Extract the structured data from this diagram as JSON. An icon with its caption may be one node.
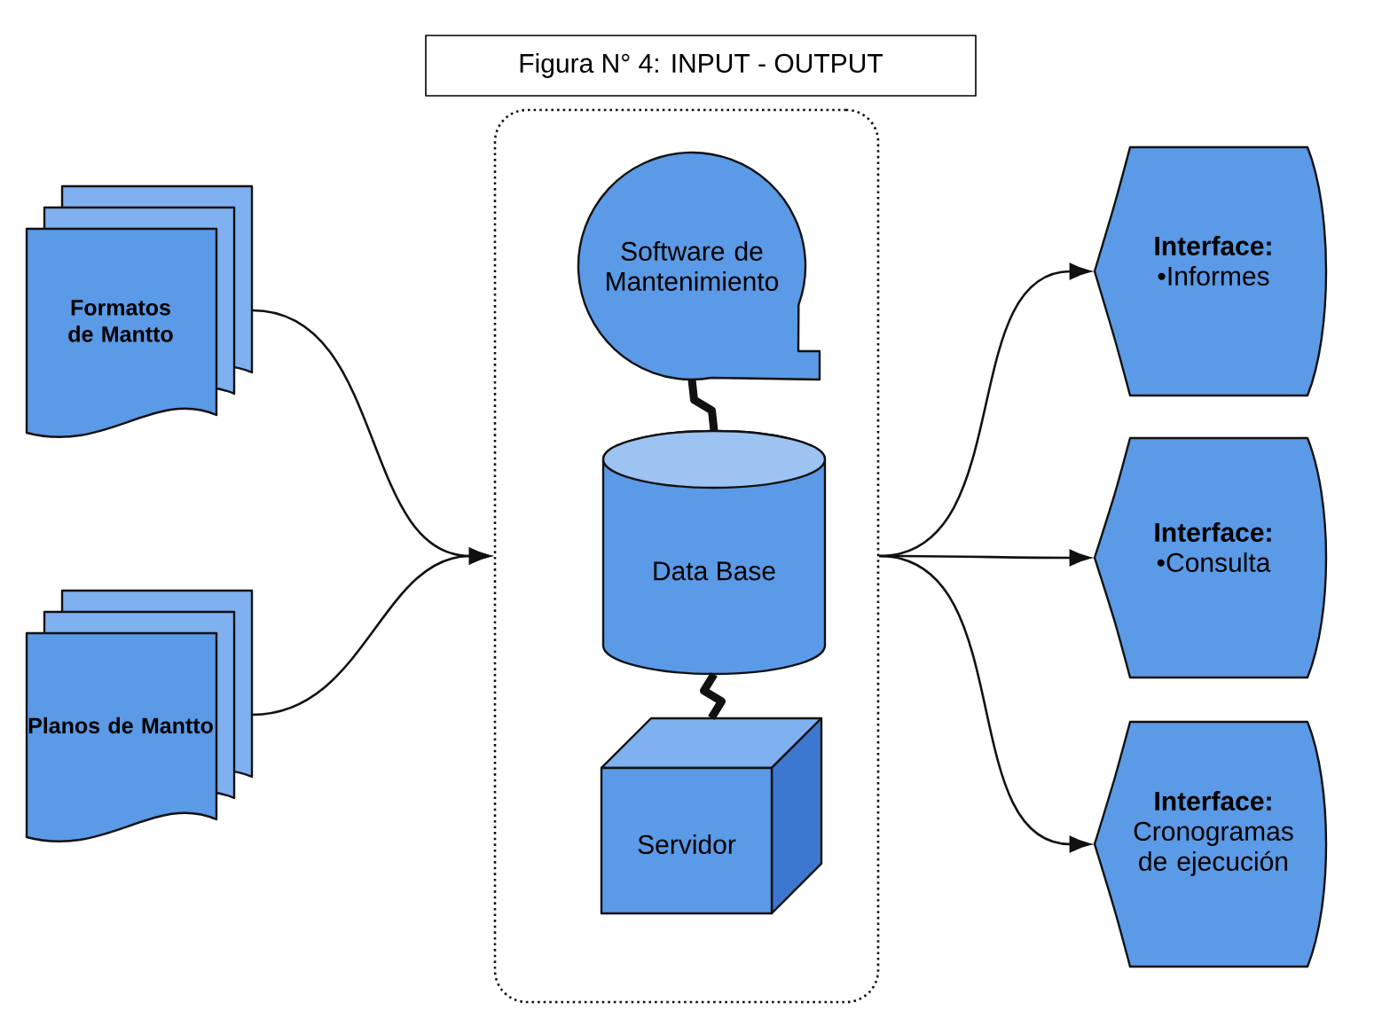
{
  "diagram": {
    "title": "Figura N° 4: INPUT - OUTPUT",
    "nodes": [
      {
        "text": [
          "Formatos de Mantto"
        ]
      },
      {
        "text": [
          "Planos de Mantto"
        ]
      },
      {
        "text": [],
        "shape": "box"
      },
      {
        "text": [
          "Software de Mantenimiento"
        ],
        "in": 2
      },
      {
        "text": [
          "Data Base"
        ],
        "in": 2
      },
      {
        "text": [
          "Servidor"
        ],
        "in": 2
      },
      {
        "text": [
          "Interface:",
          "•Informes"
        ]
      },
      {
        "text": [
          "Interface:",
          "•Consulta"
        ]
      },
      {
        "text": [
          "Interface:",
          "Cronogramas de ejecución"
        ]
      }
    ],
    "edges": [
      {
        "from": 0,
        "to": 2,
        "arrow": "to"
      },
      {
        "from": 1,
        "to": 2,
        "arrow": "to"
      },
      {
        "from": 3,
        "to": 4,
        "arrow": "none",
        "style": "thick"
      },
      {
        "from": 4,
        "to": 5,
        "arrow": "none",
        "style": "thick"
      },
      {
        "from": 2,
        "to": 6,
        "arrow": "to"
      },
      {
        "from": 2,
        "to": 7,
        "arrow": "to"
      },
      {
        "from": 2,
        "to": 8,
        "arrow": "to"
      }
    ]
  }
}
